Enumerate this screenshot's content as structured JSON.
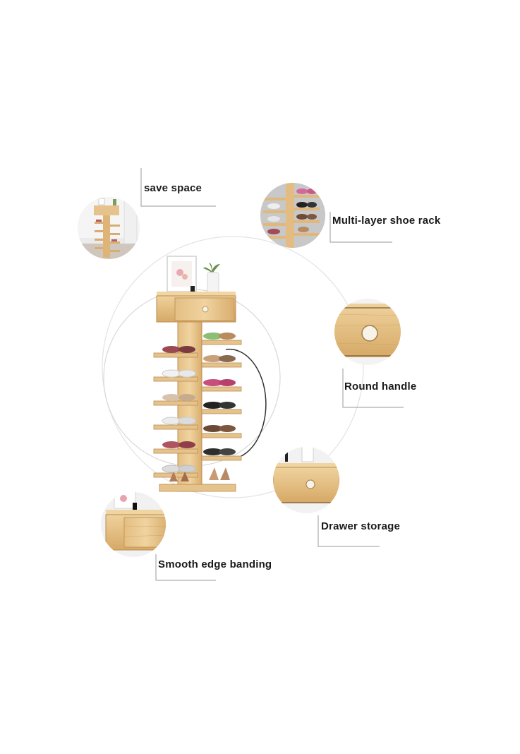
{
  "features": {
    "save_space": "save space",
    "multi_layer": "Multi-layer shoe rack",
    "round_handle": "Round handle",
    "drawer_storage": "Drawer storage",
    "smooth_edge": "Smooth edge banding"
  },
  "colors": {
    "wood_light": "#e9c992",
    "wood_mid": "#d9ad6c",
    "wood_dark": "#b7864a",
    "callout_line": "#9a9a9a",
    "arc": "#e2e2e2"
  },
  "icons": [
    "shoe-rack-product",
    "drawer-handle-closeup",
    "drawer-closeup",
    "edge-banding-closeup",
    "shoe-rack-room-thumb",
    "shoes-closeup"
  ]
}
